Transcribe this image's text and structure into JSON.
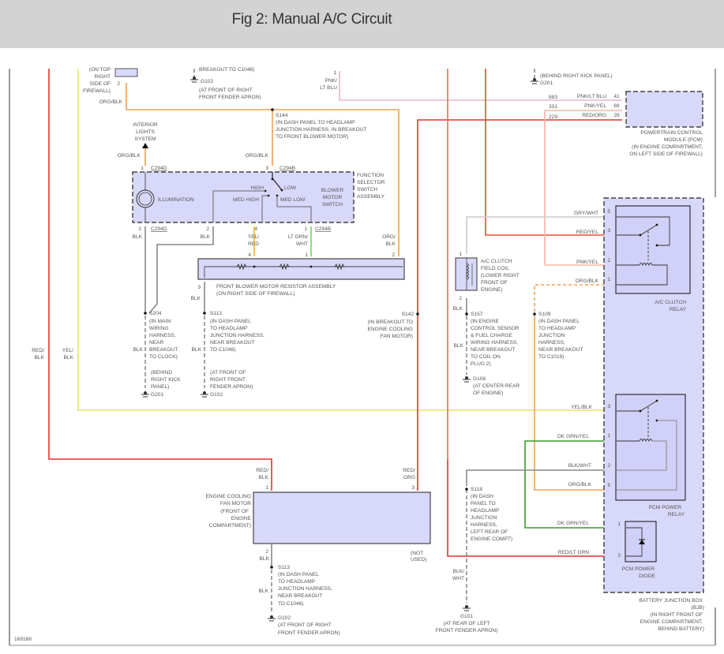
{
  "header": {
    "title": "Fig 2: Manual A/C Circuit"
  },
  "figure_id": "169166",
  "colors": {
    "red": "#e8312a",
    "red_org": "#f06b4b",
    "org_blk": "#f0a050",
    "yel": "#e6e36a",
    "lt_grn": "#6edc52",
    "dk_grn": "#3c9b2b",
    "pink": "#f5b5b5",
    "lt_blu": "#a9d3ee",
    "gray": "#8a8a8a",
    "lt_gray": "#cccccc",
    "box_fill": "#d8d8fa"
  },
  "top_partial": {
    "firewall_note": [
      "(ON TOP",
      "RIGHT",
      "SIDE OF",
      "FIREWALL)"
    ],
    "pin2": "2",
    "wire_orgblk": "ORG/BLK",
    "breakout": "BREAKOUT TO C1046)",
    "g102": "G102",
    "g102_loc": [
      "(AT FRONT OF RIGHT",
      "FRONT FENDER APRON)"
    ],
    "pnk_pin": "1",
    "pnk_wire": [
      "PNK/",
      "LT BLU"
    ],
    "g201": "G201",
    "g201_loc": "(BEHIND RIGHT KICK PANEL)"
  },
  "interior_lights": {
    "label": [
      "INTERIOR",
      "LIGHTS",
      "SYSTEM"
    ],
    "wire": "ORG/BLK"
  },
  "s144": {
    "name": "S144",
    "desc": [
      "(IN DASH PANEL TO HEADLAMP",
      "JUNCTION HARNESS, IN BREAKOUT",
      "TO FRONT BLOWER MOTOR)"
    ],
    "wire": "ORG/BLK"
  },
  "function_selector": {
    "label": [
      "FUNCTION",
      "SELECTOR",
      "SWITCH",
      "ASSEMBLY"
    ],
    "illumination": "ILLUMINATION",
    "blower_switch": [
      "BLOWER",
      "MOTOR",
      "SWITCH"
    ],
    "positions": {
      "high": "HIGH",
      "low": "LOW",
      "med_high": "MED HIGH",
      "med_low": "MED LOW"
    },
    "connector_d": "C294D",
    "connector_b": "C294B",
    "pins": {
      "top_d": "1",
      "top_b": "3",
      "bot_d": "2",
      "bot_2": "2",
      "bot_4": "4",
      "bot_1": "1"
    }
  },
  "switch_outputs": {
    "blk1": "BLK",
    "blk2": "BLK",
    "yelred": [
      "YEL/",
      "RED"
    ],
    "ltgrnwht": [
      "LT GRN/",
      "WHT"
    ],
    "orgblk": [
      "ORG/",
      "BLK"
    ]
  },
  "resistor": {
    "label": "FRONT BLOWER MOTOR RESISTOR ASSEMBLY",
    "loc": "(ON RIGHT SIDE OF FIREWALL)",
    "pins": {
      "p4": "4",
      "p1": "1",
      "p2": "2",
      "p3": "3"
    },
    "out_wire": "BLK"
  },
  "s204": {
    "name": "S204",
    "desc": [
      "(IN MAIN",
      "WIRING",
      "HARNESS,",
      "NEAR",
      "BREAKOUT",
      "TO CLOCK)"
    ],
    "wire": "BLK",
    "ground": "G201",
    "ground_loc": [
      "(BEHIND",
      "RIGHT KICK",
      "PANEL)"
    ]
  },
  "s113_top": {
    "name": "S113",
    "desc": [
      "(IN DASH PANEL",
      "TO HEADLAMP",
      "JUNCTION HARNESS,",
      "NEAR BREAKOUT",
      "TO C1046)"
    ],
    "wire": "BLK",
    "ground": "G102",
    "ground_loc": [
      "(AT FRONT OF",
      "RIGHT FRONT",
      "FENDER APRON)"
    ]
  },
  "s142": {
    "name": "S142",
    "desc": [
      "(IN BREAKOUT TO",
      "ENGINE COOLING",
      "FAN MOTOR)"
    ]
  },
  "left_wires": {
    "redblk": [
      "RED/",
      "BLK"
    ],
    "yelblk": [
      "YEL/",
      "BLK"
    ]
  },
  "pcm": {
    "label": [
      "POWERTRAIN CONTROL",
      "MODULE (PCM)",
      "(IN ENGINE COMPARTMENT,",
      "ON LEFT SIDE OF FIREWALL)"
    ],
    "circuits": [
      {
        "circuit": "883",
        "wire": "PNK/LT BLU",
        "pin": "41"
      },
      {
        "circuit": "331",
        "wire": "PNK/YEL",
        "pin": "69"
      },
      {
        "circuit": "229",
        "wire": "RED/ORG",
        "pin": "28"
      }
    ]
  },
  "ac_clutch_relay": {
    "label": [
      "A/C CLUTCH",
      "RELAY"
    ],
    "pins": [
      {
        "pin": "5",
        "wire": "GRY/WHT"
      },
      {
        "pin": "3",
        "wire": "RED/YEL"
      },
      {
        "pin": "2",
        "wire": "PNK/YEL"
      },
      {
        "pin": "1",
        "wire": "ORG/BLK"
      }
    ]
  },
  "ac_clutch_coil": {
    "label": [
      "A/C CLUTCH",
      "FIELD COIL",
      "(LOWER RIGHT",
      "FRONT OF",
      "ENGINE)"
    ],
    "pin_top": "1",
    "pin_bot": "2",
    "wire": "BLK"
  },
  "s157": {
    "name": "S157",
    "desc": [
      "(IN ENGINE",
      "CONTROL SENSOR",
      "& FUEL CHARGE",
      "WIRING HARNESS,",
      "NEAR BREAKOUT",
      "TO COIL ON",
      "PLUG 2)"
    ],
    "wire": "BLK",
    "ground": "G106",
    "ground_loc": [
      "(AT CENTER REAR",
      "OF ENGINE)"
    ]
  },
  "s109": {
    "name": "S109",
    "desc": [
      "(IN DASH PANEL",
      "TO HEADLAMP",
      "JUNCTION",
      "HARNESS,",
      "NEAR BREAKOUT",
      "TO C1019)"
    ]
  },
  "pcm_power_relay": {
    "label": [
      "PCM POWER",
      "RELAY"
    ],
    "pins": [
      {
        "pin": "3",
        "wire": "YEL/BLK"
      },
      {
        "pin": "1",
        "wire": "DK GRN/YEL"
      },
      {
        "pin": "2",
        "wire": "BLK/WHT"
      },
      {
        "pin": "5",
        "wire": "ORG/BLK"
      }
    ]
  },
  "pcm_power_diode": {
    "label": [
      "PCM POWER",
      "DIODE"
    ],
    "pins": [
      {
        "pin": "1",
        "wire": "DK GRN/YEL"
      },
      {
        "pin": "2",
        "wire": "RED/LT GRN"
      }
    ]
  },
  "bjb": {
    "label": [
      "BATTERY JUNCTION BOX",
      "(BJB)",
      "(IN RIGHT FRONT OF",
      "ENGINE COMPARTMENT,",
      "BEHIND BATTERY)"
    ]
  },
  "fan_motor": {
    "label": [
      "ENGINE COOLING",
      "FAN MOTOR",
      "(FRONT OF",
      "ENGINE",
      "COMPARTMENT)"
    ],
    "pin1": "1",
    "pin1_wire": [
      "RED/",
      "BLK"
    ],
    "pin3": "3",
    "pin3_wire": [
      "RED/",
      "ORG"
    ],
    "pin2": "2",
    "pin2_wire": "BLK",
    "not_used": [
      "(NOT",
      "USED)"
    ]
  },
  "s113_bot": {
    "name": "S113",
    "desc": [
      "(IN DASH PANEL",
      "TO HEADLAMP",
      "JUNCTION HARNESS,",
      "NEAR BREAKOUT",
      "TO C1046)"
    ],
    "wire": "BLK",
    "ground": "G102",
    "ground_loc": [
      "(AT FRONT OF RIGHT",
      "FRONT FENDER APRON)"
    ]
  },
  "s118": {
    "name": "S118",
    "desc": [
      "(IN DASH",
      "PANEL TO",
      "HEADLAMP",
      "JUNCTION",
      "HARNESS,",
      "LEFT REAR OF",
      "ENGINE COMPT)"
    ],
    "wire": [
      "BLK/",
      "WHT"
    ],
    "ground": "G101",
    "ground_loc": [
      "(AT REAR OF LEFT",
      "FRONT FENDER APRON)"
    ]
  }
}
